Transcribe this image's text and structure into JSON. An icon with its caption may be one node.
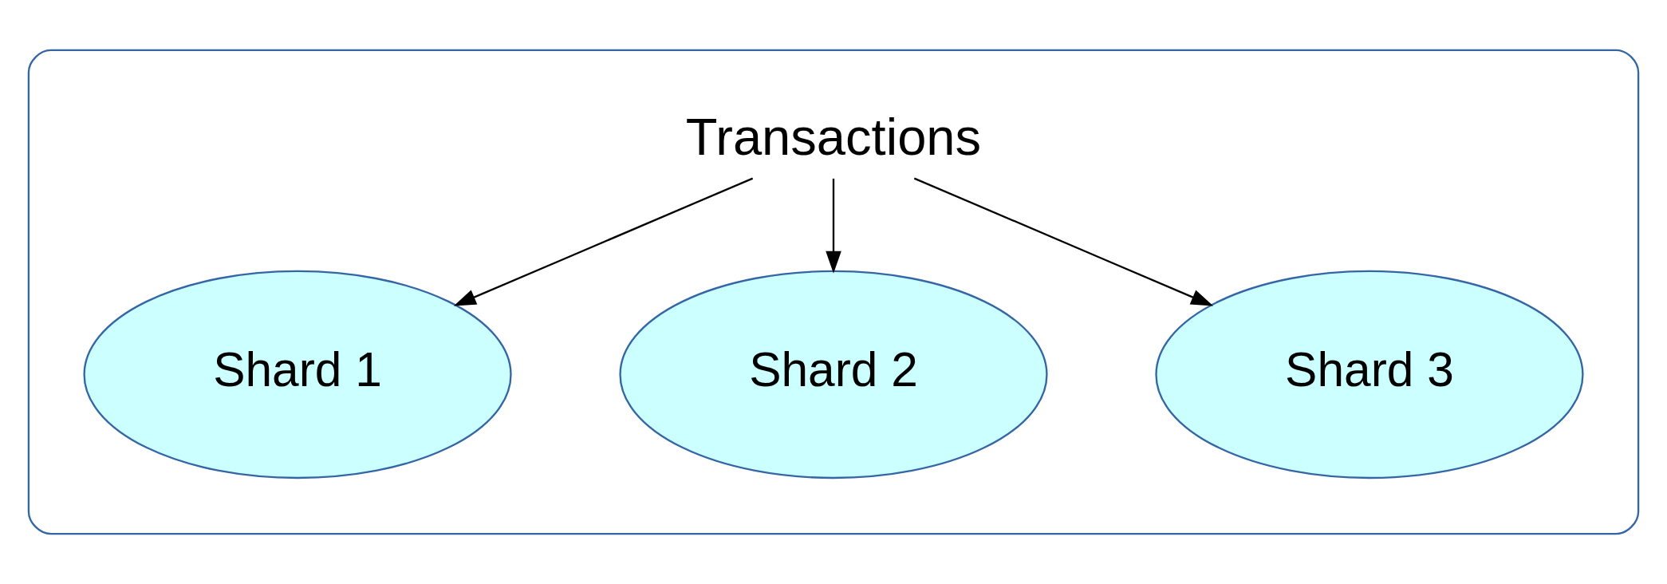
{
  "diagram": {
    "nodes": [
      {
        "text": [],
        "shape": "cloud"
      },
      {
        "text": [
          "Transactions"
        ],
        "in": 0
      },
      {
        "text": [
          "Shard 1"
        ],
        "in": 0
      },
      {
        "text": [
          "Shard 2"
        ],
        "in": 0
      },
      {
        "text": [
          "Shard 3"
        ],
        "in": 0
      }
    ],
    "edges": [
      {
        "from": 1,
        "to": 2,
        "arrow": "to"
      },
      {
        "from": 1,
        "to": 3,
        "arrow": "to"
      },
      {
        "from": 1,
        "to": 4,
        "arrow": "to"
      }
    ]
  }
}
